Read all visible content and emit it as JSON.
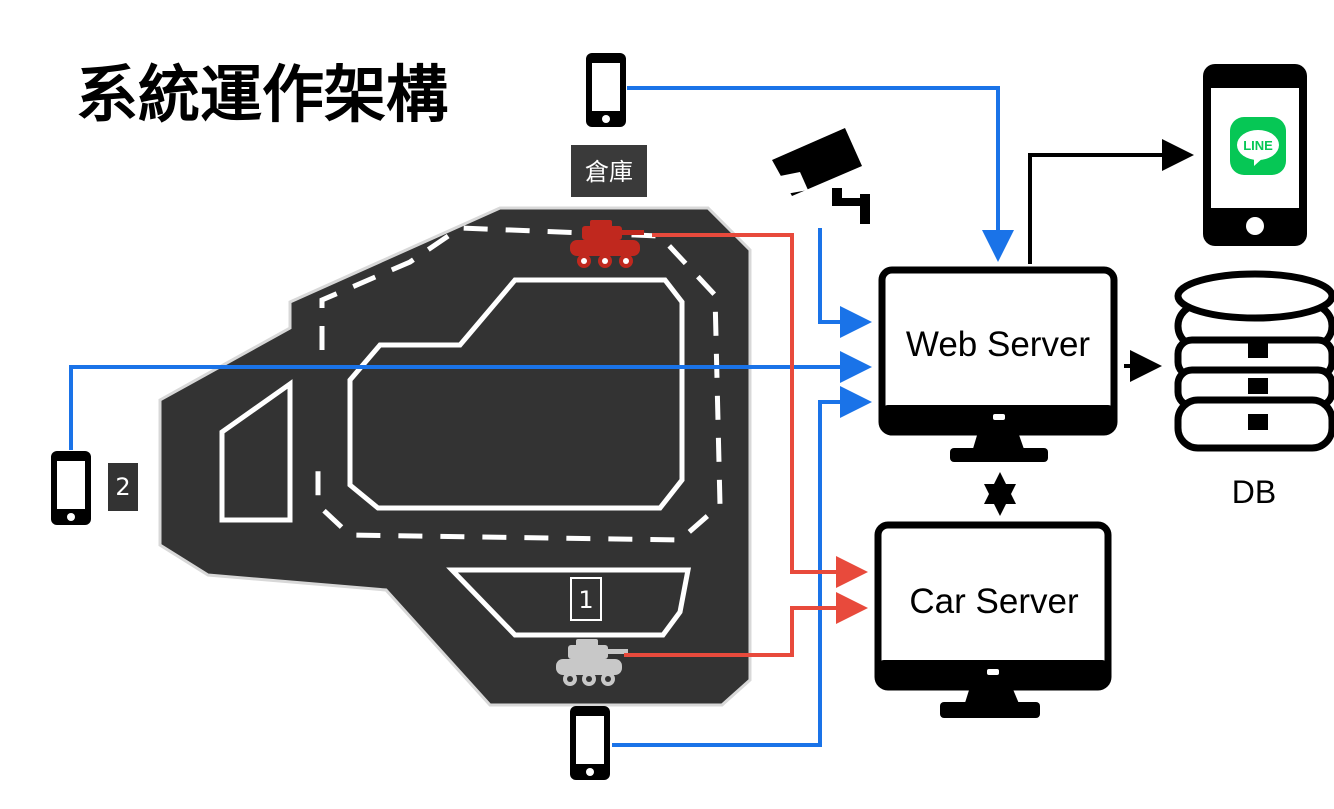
{
  "title": "系統運作架構",
  "labels": {
    "warehouse": "倉庫",
    "station1": "1",
    "station2": "2",
    "web_server": "Web Server",
    "car_server": "Car Server",
    "db": "DB",
    "line_logo": "LINE"
  },
  "colors": {
    "track": "#333333",
    "user_link": "#1a73e8",
    "car_link": "#e84a3c",
    "active_car": "#c0281e",
    "idle_car": "#c8c8c8",
    "line_green": "#06c755"
  },
  "icons": [
    "phone-icon",
    "security-camera-icon",
    "tank-car-icon",
    "monitor-icon",
    "database-icon",
    "line-app-icon"
  ]
}
